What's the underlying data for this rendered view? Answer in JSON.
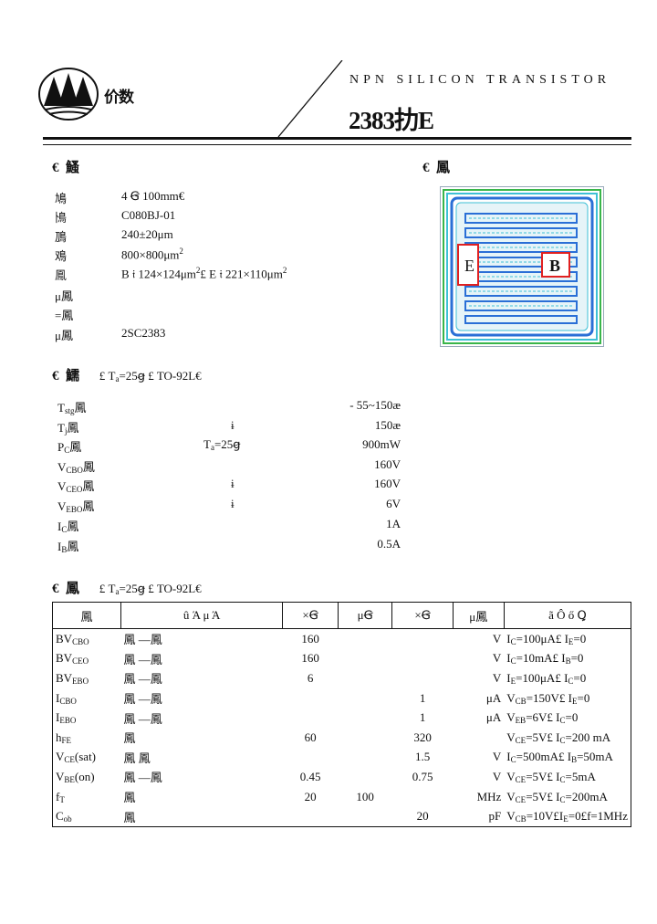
{
  "header": {
    "logo_text": "价数",
    "title": "NPN SILICON TRANSISTOR",
    "part_number": "2383",
    "part_suffix": "E",
    "part_glyph": "扐"
  },
  "chip_section": {
    "title_marker": "€",
    "title": "鰠",
    "rows": [
      {
        "label": "鳩",
        "value": "4 Ꞡ       100mm€"
      },
      {
        "label": "鳪",
        "value": "C080BJ-01"
      },
      {
        "label": "鳭",
        "value": "240±20μm"
      },
      {
        "label": "鳮",
        "value": "800×800μm",
        "sup": "2"
      },
      {
        "label": "鳯",
        "value": "B 𝔦 124×124μm",
        "sup": "2",
        "value2": "E 𝔦 221×110μm",
        "sup2": "2"
      },
      {
        "label": "μ鳳",
        "value": ""
      },
      {
        "label": "=鳳",
        "value": ""
      },
      {
        "label": "μ鳳",
        "value": "2SC2383"
      }
    ]
  },
  "die_section": {
    "title_marker": "€",
    "title": "鳳",
    "pad_e": "E",
    "pad_b": "B"
  },
  "ratings_section": {
    "title_marker": "€",
    "title": "鱬",
    "condition": "£ T",
    "condition_sub": "a",
    "condition_end": "=25ꞡ  £ TO-92L€",
    "rows": [
      {
        "p": "T",
        "psub": "stg",
        "pname": "鳳",
        "cond": "",
        "val": "- 55~150æ"
      },
      {
        "p": "T",
        "psub": "j",
        "pname": "鳳",
        "cond": "ɨ",
        "val": "150æ"
      },
      {
        "p": "P",
        "psub": "C",
        "pname": "鳳",
        "cond": "T",
        "condsub": "a",
        "condend": "=25ꞡ",
        "val": "900mW"
      },
      {
        "p": "V",
        "psub": "CBO",
        "pname": "鳳",
        "cond": "",
        "val": "160V"
      },
      {
        "p": "V",
        "psub": "CEO",
        "pname": "鳳",
        "cond": "ɨ",
        "val": "160V"
      },
      {
        "p": "V",
        "psub": "EBO",
        "pname": "鳳",
        "cond": "ɨ",
        "val": "6V"
      },
      {
        "p": "I",
        "psub": "C",
        "pname": "鳳",
        "cond": "",
        "val": "1A"
      },
      {
        "p": "I",
        "psub": "B",
        "pname": "鳳",
        "cond": "",
        "val": "0.5A"
      }
    ]
  },
  "electrical_section": {
    "title_marker": "€",
    "title": "鳳",
    "condition": "£ T",
    "condition_sub": "a",
    "condition_end": "=25ꞡ  £ TO-92L€",
    "headers": [
      "鳳",
      "û   Ά   μ   Ά",
      "×Ꞡ",
      "μꞠ",
      "×Ꞡ",
      "μ鳳",
      "ã   Ô   ő   Ꝗ"
    ],
    "rows": [
      {
        "p": "BV",
        "psub": "CBO",
        "name": "鳳     —鳳",
        "min": "160",
        "typ": "",
        "max": "",
        "unit": "V",
        "cond": "I<sub>C</sub>=100μA£ I<sub>E</sub>=0"
      },
      {
        "p": "BV",
        "psub": "CEO",
        "name": "鳳     —鳳",
        "min": "160",
        "typ": "",
        "max": "",
        "unit": "V",
        "cond": "I<sub>C</sub>=10mA£ I<sub>B</sub>=0"
      },
      {
        "p": "BV",
        "psub": "EBO",
        "name": "鳳     —鳳",
        "min": "6",
        "typ": "",
        "max": "",
        "unit": "V",
        "cond": "I<sub>E</sub>=100μA£ I<sub>C</sub>=0"
      },
      {
        "p": "I",
        "psub": "CBO",
        "name": "鳳     —鳳",
        "min": "",
        "typ": "",
        "max": "1",
        "unit": "μA",
        "cond": "V<sub>CB</sub>=150V£ I<sub>E</sub>=0"
      },
      {
        "p": "I",
        "psub": "EBO",
        "name": "鳳     —鳳",
        "min": "",
        "typ": "",
        "max": "1",
        "unit": "μA",
        "cond": "V<sub>EB</sub>=6V£ I<sub>C</sub>=0"
      },
      {
        "p": "h",
        "psub": "FE",
        "name": "鳳",
        "min": "60",
        "typ": "",
        "max": "320",
        "unit": "",
        "cond": "V<sub>CE</sub>=5V£ I<sub>C</sub>=200 mA"
      },
      {
        "p": "V",
        "psub": "CE",
        "pend": "(sat)",
        "name": "鳳     鳳",
        "min": "",
        "typ": "",
        "max": "1.5",
        "unit": "V",
        "cond": "I<sub>C</sub>=500mA£ I<sub>B</sub>=50mA"
      },
      {
        "p": "V",
        "psub": "BE",
        "pend": "(on)",
        "name": "鳳    —鳳",
        "min": "0.45",
        "typ": "",
        "max": "0.75",
        "unit": "V",
        "cond": "V<sub>CE</sub>=5V£ I<sub>C</sub>=5mA"
      },
      {
        "p": "f",
        "psub": "T",
        "name": "鳳",
        "min": "20",
        "typ": "100",
        "max": "",
        "unit": "MHz",
        "cond": "V<sub>CE</sub>=5V£ I<sub>C</sub>=200mA"
      },
      {
        "p": "C",
        "psub": "ob",
        "name": "鳳",
        "min": "",
        "typ": "",
        "max": "20",
        "unit": "pF",
        "cond": "V<sub>CB</sub>=10V£I<sub>E</sub>=0£f=1MHz"
      }
    ]
  },
  "colors": {
    "die_blue": "#2a6fd6",
    "die_cyan": "#3ec0d6",
    "die_green": "#39b54a",
    "die_red": "#e02020"
  }
}
